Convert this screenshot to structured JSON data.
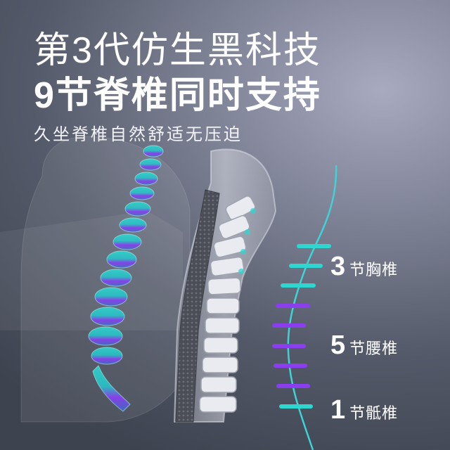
{
  "headline": {
    "line1": "第3代仿生黑科技",
    "line2": "9节脊椎同时支持",
    "subtitle": "久坐脊椎自然舒适无压迫"
  },
  "spine_labels": [
    {
      "num": "3",
      "text": "节胸椎",
      "color": "#2fd6cf"
    },
    {
      "num": "5",
      "text": "节腰椎",
      "color": "#8b3df0"
    },
    {
      "num": "1",
      "text": "节骶椎",
      "color": "#2fd6cf"
    }
  ],
  "colors": {
    "teal": "#2fd6cf",
    "purple": "#8b3df0",
    "chair_frame": "#c9ccd6",
    "mesh": "#5b5f69"
  }
}
